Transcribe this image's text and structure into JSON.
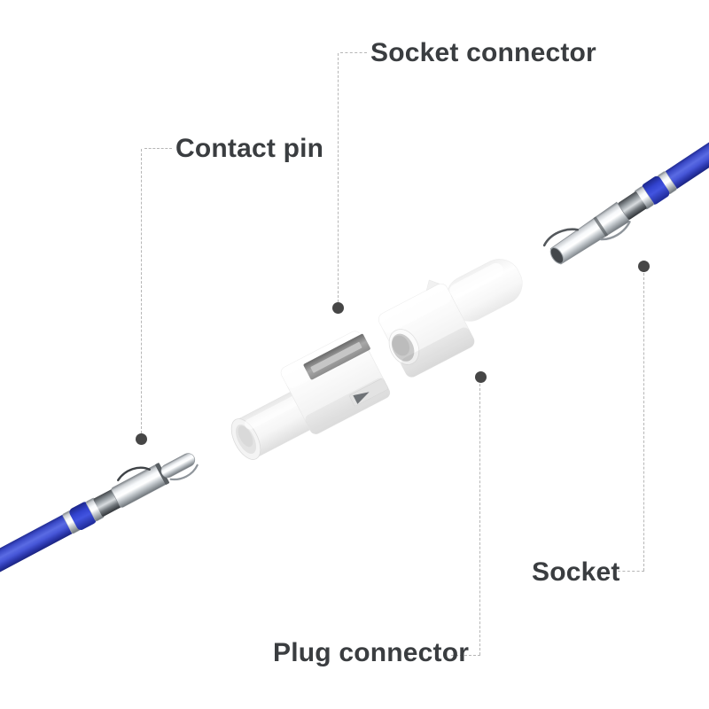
{
  "callouts": {
    "socket_connector": {
      "label": "Socket connector"
    },
    "contact_pin": {
      "label": "Contact pin"
    },
    "socket": {
      "label": "Socket"
    },
    "plug_connector": {
      "label": "Plug connector"
    }
  },
  "colors": {
    "background": "#ffffff",
    "label_text": "#3a3d40",
    "leader_line": "#b6b6b6",
    "callout_dot": "#464646",
    "wire_blue": "#3f4ed0",
    "insulation_band_blue": "#2f3fc6",
    "terminal_silver": "#d9dcdf",
    "housing_white": "#f6f6f6"
  }
}
